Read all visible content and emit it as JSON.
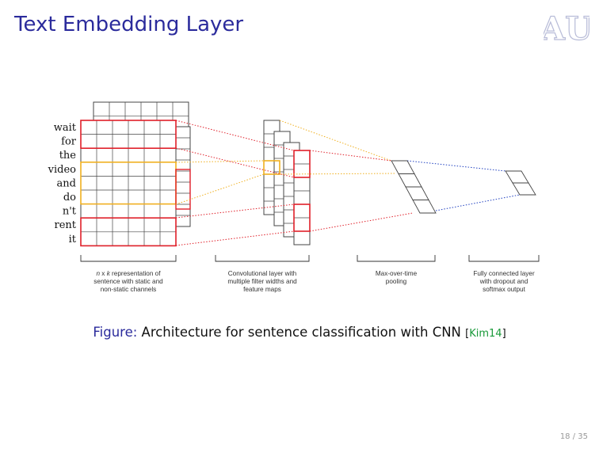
{
  "slide": {
    "title": "Text Embedding Layer",
    "page_number": "18 / 35"
  },
  "logo": {
    "name": "AU monogram",
    "color": "#c9cde6"
  },
  "figure": {
    "words": [
      "wait",
      "for",
      "the",
      "video",
      "and",
      "do",
      "n't",
      "rent",
      "it"
    ],
    "stage_labels": [
      [
        "n x k representation of",
        "sentence with static and",
        "non-static channels"
      ],
      [
        "Convolutional layer with",
        "multiple filter widths and",
        "feature maps"
      ],
      [
        "Max-over-time",
        "pooling"
      ],
      [
        "Fully connected layer",
        "with dropout and",
        "softmax output"
      ]
    ],
    "caption_label": "Figure:",
    "caption_text": "Architecture for sentence classification with CNN",
    "citation": "Kim14",
    "colors": {
      "red": "#e0202a",
      "yellow": "#f0b020",
      "blue": "#2040c0",
      "grid": "#444444"
    }
  }
}
